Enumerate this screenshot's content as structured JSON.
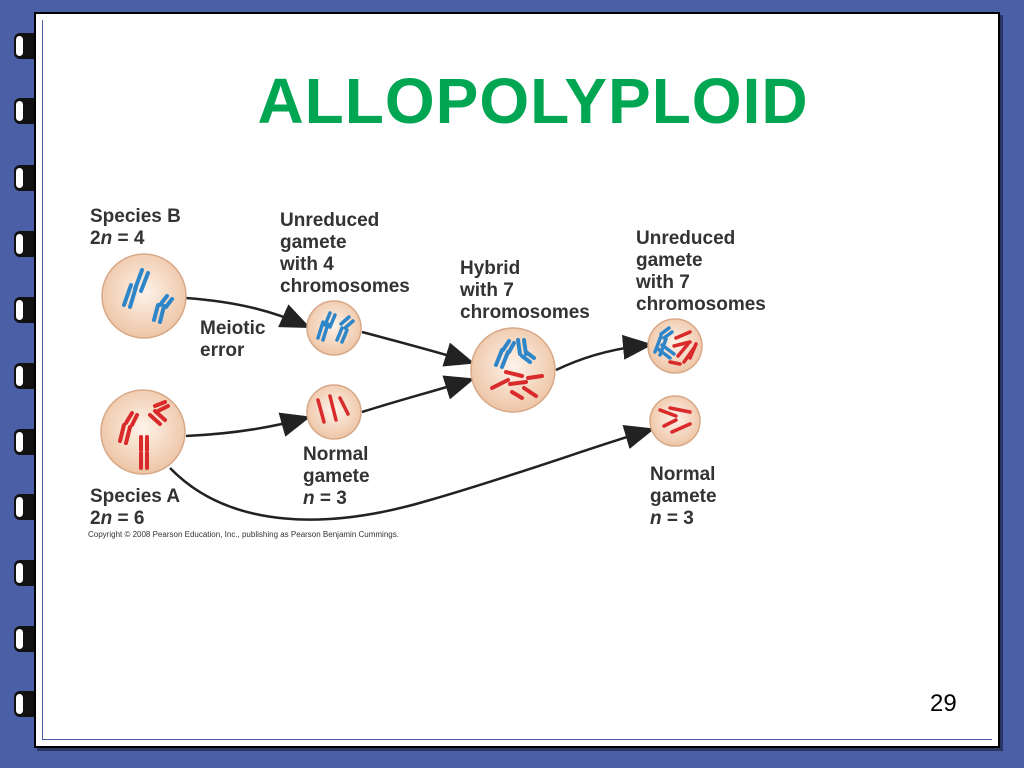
{
  "slide": {
    "title": "ALLOPOLYPLOID",
    "page_number": "29",
    "copyright": "Copyright © 2008 Pearson Education, Inc., publishing as Pearson Benjamin Cummings."
  },
  "labels": {
    "species_b": {
      "line1": "Species B",
      "line2_prefix": "2",
      "line2_var": "n",
      "line2_suffix": " = 4"
    },
    "species_a": {
      "line1": "Species A",
      "line2_prefix": "2",
      "line2_var": "n",
      "line2_suffix": " = 6"
    },
    "meiotic_error": "Meiotic\nerror",
    "unreduced_gamete_4": "Unreduced\ngamete\nwith 4\nchromosomes",
    "normal_gamete_mid": {
      "line1": "Normal",
      "line2": "gamete",
      "line3_var": "n",
      "line3_suffix": " = 3"
    },
    "hybrid": "Hybrid\nwith 7\nchromosomes",
    "unreduced_gamete_7": "Unreduced\ngamete\nwith 7\nchromosomes",
    "normal_gamete_right": {
      "line1": "Normal",
      "line2": "gamete",
      "line3_var": "n",
      "line3_suffix": " = 3"
    }
  },
  "colors": {
    "title": "#00a651",
    "border": "#4a5fa6",
    "cell_fill": "#f6dcc6",
    "chromosome_blue": "#2e86c9",
    "chromosome_red": "#d92b2b"
  }
}
